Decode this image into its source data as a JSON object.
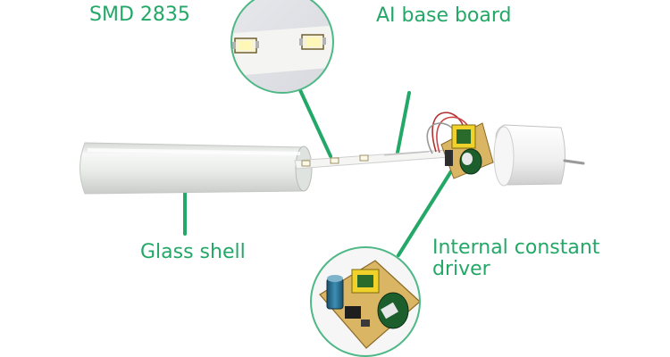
{
  "labels": {
    "smd": "SMD 2835",
    "base_board": "AI base board",
    "glass_shell": "Glass shell",
    "driver_line1": "Internal constant",
    "driver_line2": "driver"
  },
  "colors": {
    "accent": "#23a867",
    "callout_border": "#4fb887",
    "tube": "#e9ece9",
    "strip": "#f4f4f4",
    "end_cap": "#f3f3f3",
    "pcb_green": "#2f5a2f",
    "pcb_yellow": "#d7a94c",
    "inductor": "#e5c31d"
  },
  "icons": {
    "led_chip": "smd-led-chip",
    "driver_board": "driver-board",
    "end_cap": "end-cap"
  }
}
